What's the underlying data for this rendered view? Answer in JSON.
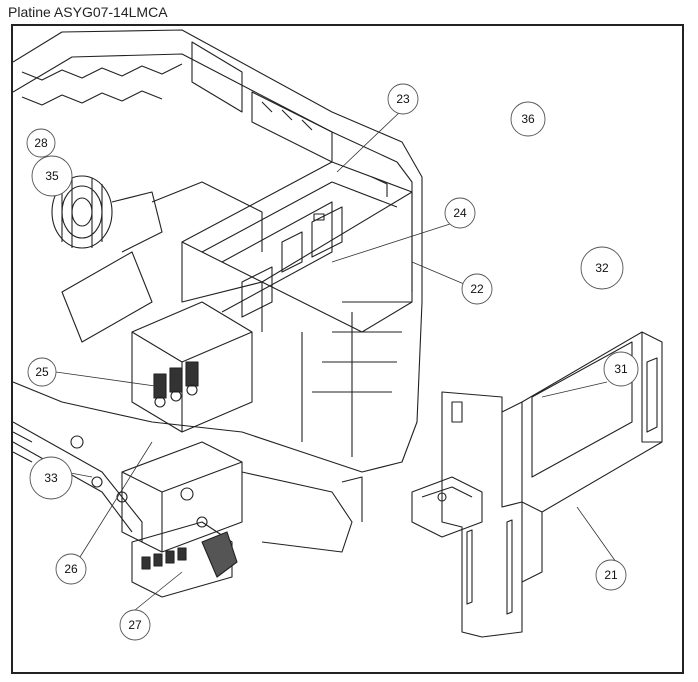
{
  "header": {
    "title": "Platine ASYG07-14LMCA"
  },
  "colors": {
    "line": "#222222",
    "callout_stroke": "#555555",
    "background": "#ffffff"
  },
  "callouts": {
    "c21": "21",
    "c22": "22",
    "c23": "23",
    "c24": "24",
    "c25": "25",
    "c26": "26",
    "c27": "27",
    "c28": "28",
    "c31": "31",
    "c32": "32",
    "c33": "33",
    "c35": "35",
    "c36": "36"
  }
}
